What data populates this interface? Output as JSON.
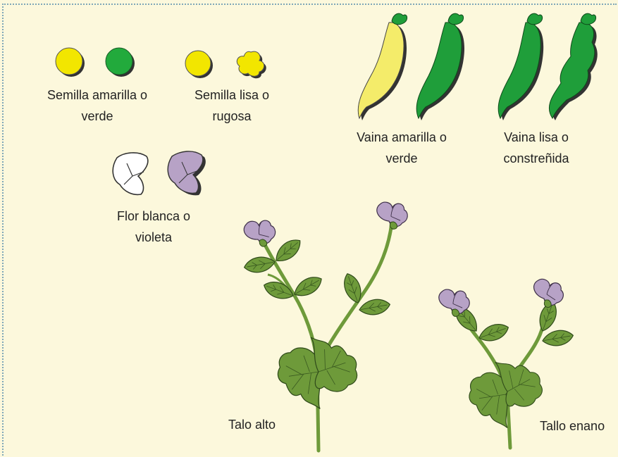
{
  "labels": {
    "seed_color_1": "Semilla amarilla o",
    "seed_color_2": "verde",
    "seed_shape_1": "Semilla lisa o",
    "seed_shape_2": "rugosa",
    "pod_color_1": "Vaina amarilla o",
    "pod_color_2": "verde",
    "pod_shape_1": "Vaina lisa o",
    "pod_shape_2": "constreñida",
    "flower_1": "Flor blanca o",
    "flower_2": "violeta",
    "tall_stem": "Talo alto",
    "dwarf_stem": "Tallo enano"
  },
  "colors": {
    "background": "#fcf8dc",
    "yellow": "#f2e600",
    "green": "#22aa3c",
    "pod_yellow": "#f4ec6a",
    "pod_green": "#1f9e3a",
    "leaf": "#6e9a3a",
    "flower_violet": "#b7a2c6",
    "frame_dots": "#7fa7b8"
  }
}
